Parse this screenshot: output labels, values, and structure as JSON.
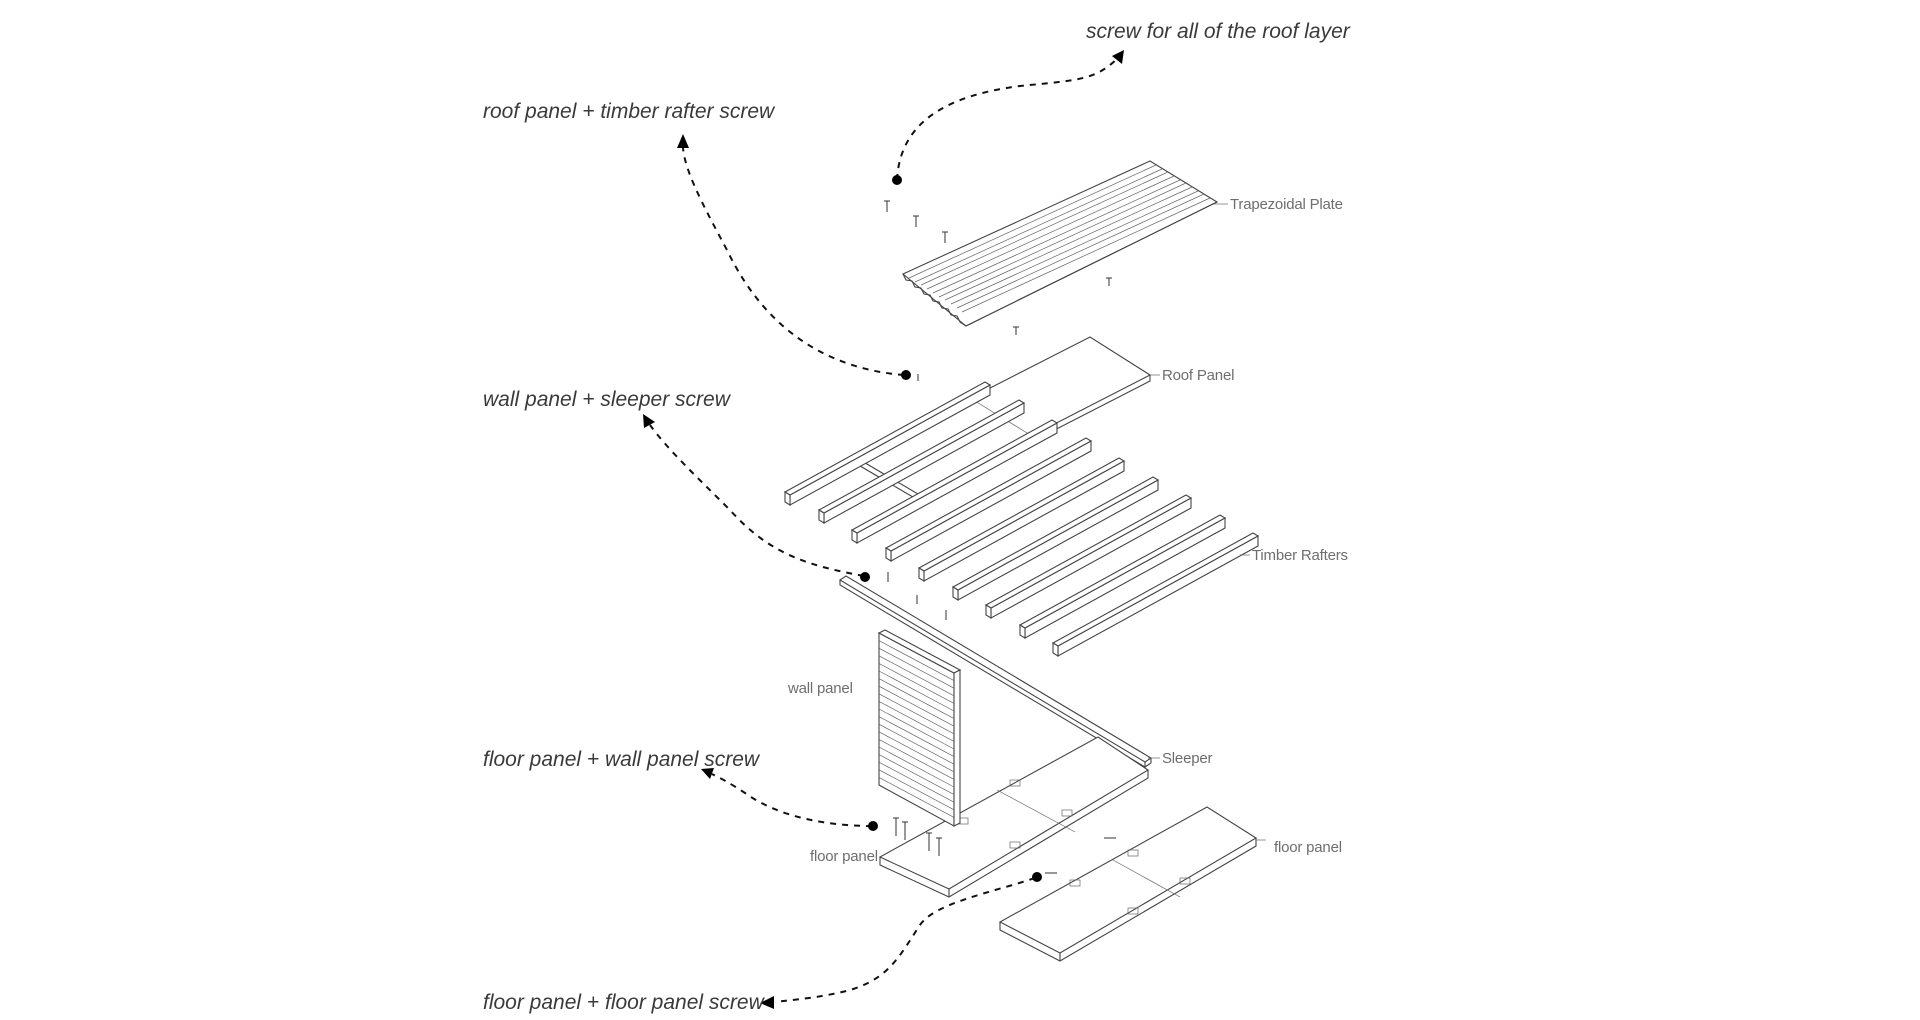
{
  "callouts": {
    "roof_layer_screw": "screw for all of the roof layer",
    "roof_panel_rafter_screw": "roof panel + timber rafter screw",
    "wall_sleeper_screw": "wall panel + sleeper screw",
    "floor_wall_screw": "floor panel + wall panel screw",
    "floor_floor_screw": "floor panel + floor panel screw"
  },
  "parts": {
    "trapezoidal_plate": "Trapezoidal Plate",
    "roof_panel": "Roof Panel",
    "timber_rafters": "Timber Rafters",
    "wall_panel": "wall panel",
    "sleeper": "Sleeper",
    "floor_panel_left": "floor panel",
    "floor_panel_right": "floor panel"
  }
}
